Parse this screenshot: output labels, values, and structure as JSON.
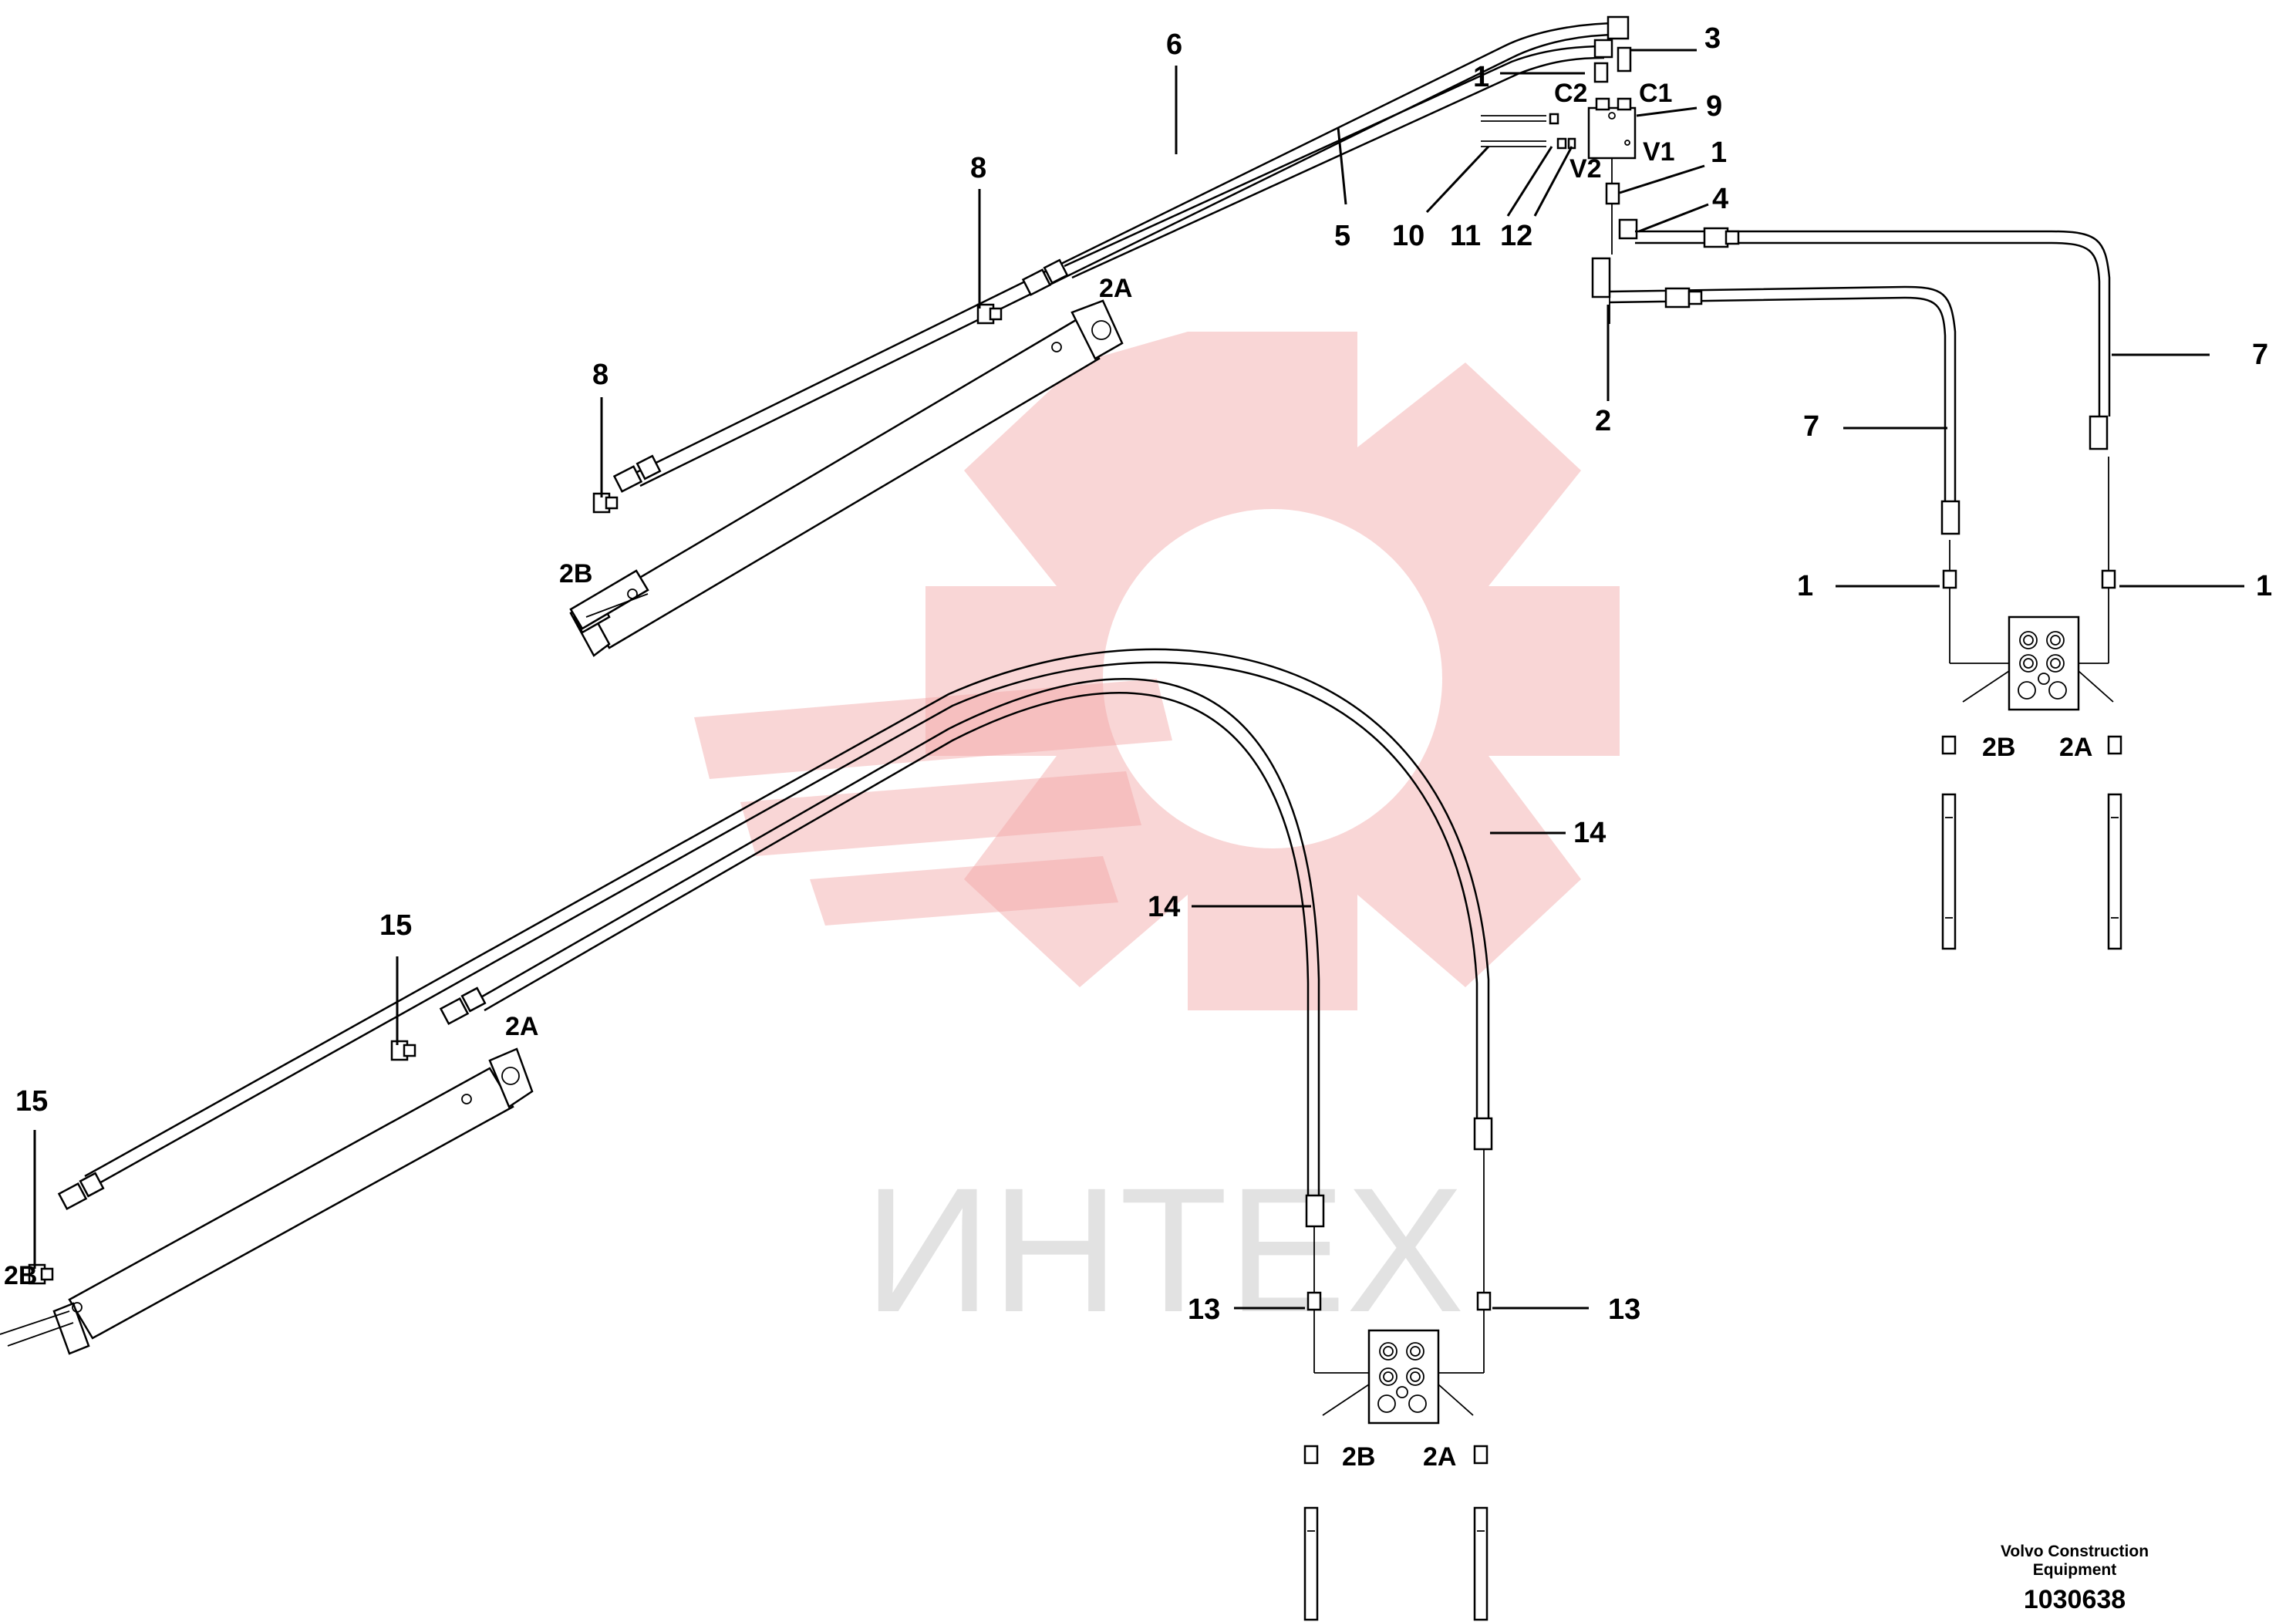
{
  "watermark": {
    "text": "ИНТЕХ",
    "color": "#f2a3a3"
  },
  "callouts": {
    "l1_top": "1",
    "l3": "3",
    "l6": "6",
    "l5": "5",
    "l9": "9",
    "l1_mid": "1",
    "l4": "4",
    "l2": "2",
    "l7_left": "7",
    "l7_right": "7",
    "l1_left": "1",
    "l1_right": "1",
    "l8_top": "8",
    "l8_bottom": "8",
    "l10": "10",
    "l11": "11",
    "l12": "12",
    "l14_right": "14",
    "l14_left": "14",
    "l15_top": "15",
    "l15_bottom": "15",
    "l13_left": "13",
    "l13_right": "13"
  },
  "ports": {
    "c1": "C1",
    "c2": "C2",
    "v1": "V1",
    "v2": "V2",
    "upper_2a": "2A",
    "upper_2b": "2B",
    "lower_2a": "2A",
    "lower_2b": "2B",
    "valve_r_2b": "2B",
    "valve_r_2a": "2A",
    "valve_b_2b": "2B",
    "valve_b_2a": "2A"
  },
  "footer": {
    "company_line1": "Volvo Construction",
    "company_line2": "Equipment",
    "drawing_number": "1030638"
  }
}
